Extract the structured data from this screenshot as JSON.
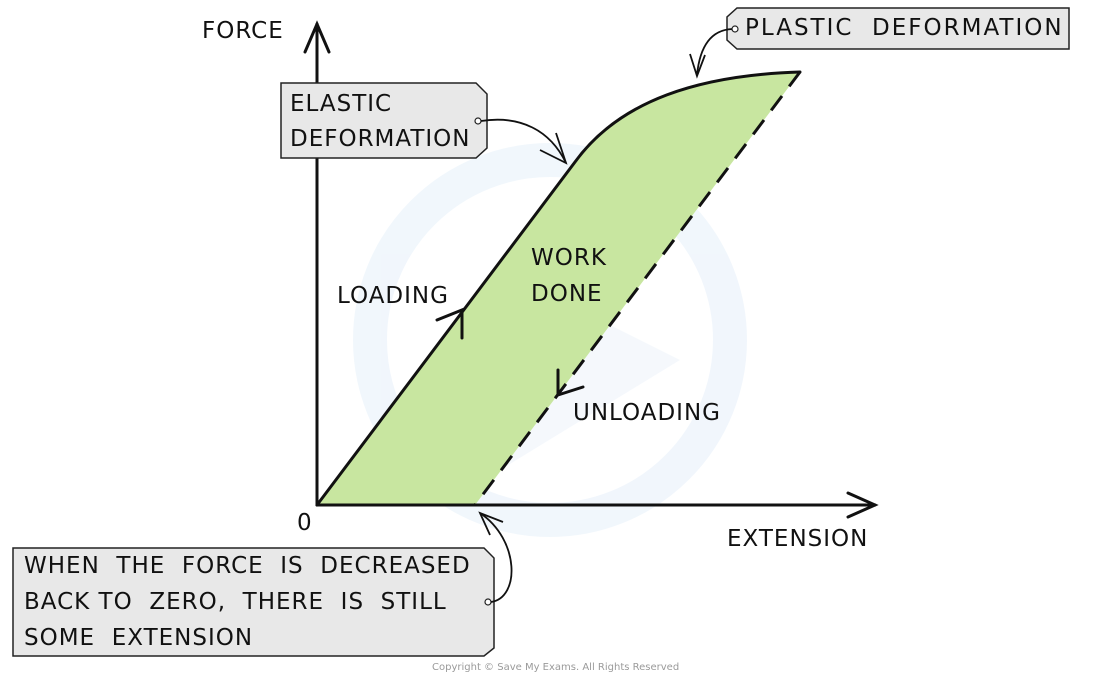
{
  "diagram": {
    "title": "Force-extension graph: loading and unloading beyond elastic limit",
    "axes": {
      "y_label": "FORCE",
      "x_label": "EXTENSION",
      "origin_label": "0"
    },
    "curve_labels": {
      "loading": "LOADING",
      "unloading": "UNLOADING",
      "area_line1": "WORK",
      "area_line2": "DONE"
    },
    "callouts": {
      "elastic": {
        "line1": "ELASTIC",
        "line2": "DEFORMATION"
      },
      "plastic": {
        "text": "PLASTIC  DEFORMATION"
      },
      "residual": {
        "line1": "WHEN  THE  FORCE  IS  DECREASED",
        "line2": "BACK TO  ZERO,  THERE  IS  STILL",
        "line3": "SOME  EXTENSION"
      }
    },
    "colors": {
      "area_fill": "#c8e6a0",
      "callout_fill": "#e8e8e8",
      "stroke": "#111111",
      "watermark": "#e8f2fb"
    }
  },
  "footer": {
    "copyright": "Copyright © Save My Exams. All Rights Reserved"
  }
}
